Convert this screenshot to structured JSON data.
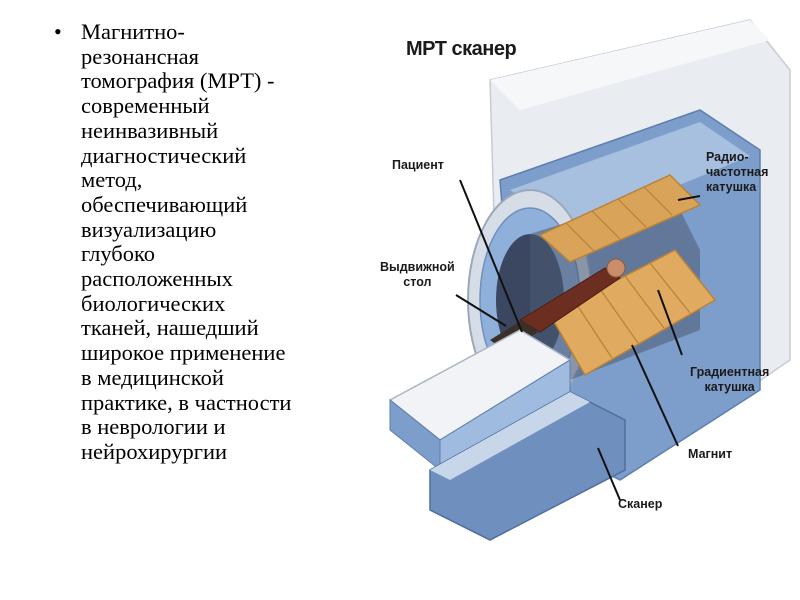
{
  "slide": {
    "bullet_symbol": "•",
    "bullet_lines": [
      "Магнитно-",
      "резонансная",
      "томография (МРТ) -",
      "современный",
      "неинвазивный",
      "диагностический",
      "метод,",
      "обеспечивающий",
      "визуализацию",
      "глубоко",
      "расположенных",
      "биологических",
      "тканей, нашедший",
      "широкое применение",
      "в медицинской",
      "практике, в частности",
      "в неврологии и",
      "нейрохирургии"
    ]
  },
  "figure": {
    "title": "МРТ сканер",
    "callouts": {
      "patient": [
        "Пациент"
      ],
      "table": [
        "Выдвижной",
        "стол"
      ],
      "rf_coil": [
        "Радио-",
        "частотная",
        "катушка"
      ],
      "gradient_coil": [
        "Градиентная",
        "катушка"
      ],
      "magnet": [
        "Магнит"
      ],
      "scanner": [
        "Сканер"
      ]
    },
    "colors": {
      "housing_light": "#e9ecf0",
      "housing_blue": "#7d9ecb",
      "coil_gold": "#d9a45a",
      "coil_gold_dark": "#b88236",
      "bore_dark": "#3b4760",
      "leader_line": "#111111"
    }
  }
}
